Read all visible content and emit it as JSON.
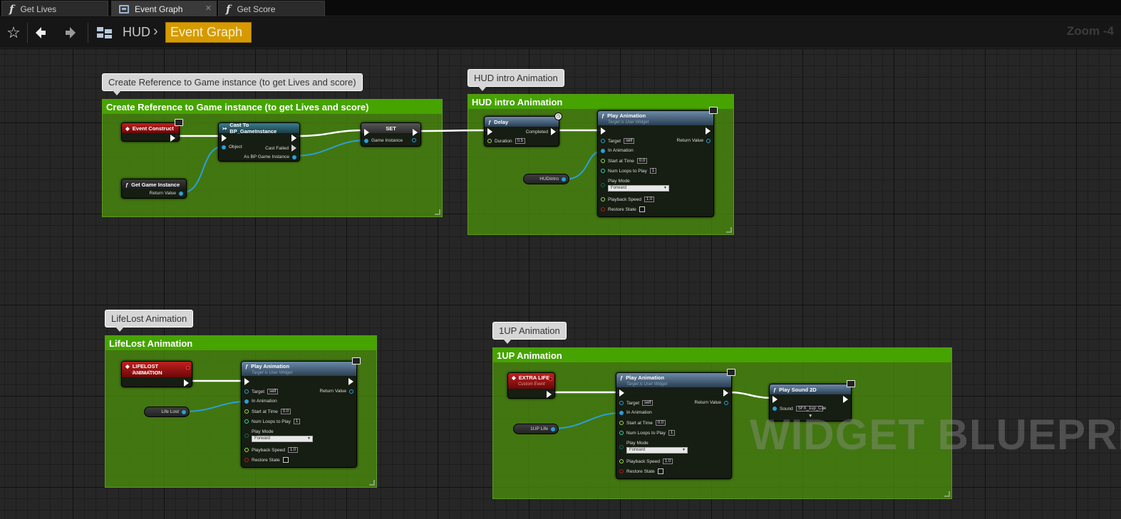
{
  "tabs": [
    {
      "label": "Get Lives",
      "type": "function"
    },
    {
      "label": "Event Graph",
      "type": "graph"
    },
    {
      "label": "Get Score",
      "type": "function"
    }
  ],
  "toolbar": {
    "breadcrumb_root": "HUD",
    "breadcrumb_current": "Event Graph",
    "zoom": "Zoom -4"
  },
  "watermark": "WIDGET BLUEPRINT",
  "comments": {
    "ref": {
      "bubble": "Create Reference to Game instance (to get Lives and score)",
      "title": "Create Reference to Game instance (to get Lives and score)"
    },
    "hud": {
      "bubble": "HUD intro Animation",
      "title": "HUD intro Animation"
    },
    "lifelost": {
      "bubble": "LifeLost Animation",
      "title": "LifeLost Animation"
    },
    "oneup": {
      "bubble": "1UP Animation",
      "title": "1UP Animation"
    }
  },
  "nodes": {
    "event_construct": {
      "title": "Event Construct"
    },
    "get_game_instance": {
      "title": "Get Game Instance",
      "return_value": "Return Value"
    },
    "cast": {
      "title": "Cast To BP_GameInstance",
      "object": "Object",
      "cast_failed": "Cast Failed",
      "as_bp": "As BP Game Instance"
    },
    "set": {
      "title": "SET",
      "game_instance": "Game Instance"
    },
    "delay": {
      "title": "Delay",
      "completed": "Completed",
      "duration_label": "Duration",
      "duration": "0.5"
    },
    "hud_intro_var": {
      "label": "HUDintro"
    },
    "play_anim_1": {
      "title": "Play Animation",
      "subtitle": "Target is User Widget",
      "target": "Target",
      "self": "self",
      "return_value": "Return Value",
      "in_animation": "In Animation",
      "start_at_time": "Start at Time",
      "start_val": "0.0",
      "num_loops": "Num Loops to Play",
      "num_loops_val": "1",
      "play_mode": "Play Mode",
      "play_mode_val": "Forward",
      "playback_speed": "Playback Speed",
      "playback_val": "1.0",
      "restore_state": "Restore State"
    },
    "lifelost_event": {
      "title": "LIFELOST ANIMATION",
      "subtitle": "Custom Event"
    },
    "lifelost_var": {
      "label": "Life Lost"
    },
    "play_anim_2": {
      "title": "Play Animation",
      "subtitle": "Target is User Widget",
      "target": "Target",
      "self": "self",
      "return_value": "Return Value",
      "in_animation": "In Animation",
      "start_at_time": "Start at Time",
      "start_val": "0.0",
      "num_loops": "Num Loops to Play",
      "num_loops_val": "1",
      "play_mode": "Play Mode",
      "play_mode_val": "Forward",
      "playback_speed": "Playback Speed",
      "playback_val": "1.0",
      "restore_state": "Restore State"
    },
    "extra_life_event": {
      "title": "EXTRA LIFE",
      "subtitle": "Custom Event"
    },
    "oneup_var": {
      "label": "1UP Life"
    },
    "play_anim_3": {
      "title": "Play Animation",
      "subtitle": "Target is User Widget",
      "target": "Target",
      "self": "self",
      "return_value": "Return Value",
      "in_animation": "In Animation",
      "start_at_time": "Start at Time",
      "start_val": "0.0",
      "num_loops": "Num Loops to Play",
      "num_loops_val": "1",
      "play_mode": "Play Mode",
      "play_mode_val": "Forward",
      "playback_speed": "Playback Speed",
      "playback_val": "1.0",
      "restore_state": "Restore State"
    },
    "play_sound": {
      "title": "Play Sound 2D",
      "sound": "Sound",
      "sound_val": "SFX_1up_Cue"
    }
  },
  "colors": {
    "accent": "#d69a00",
    "comment": "#46a300",
    "exec_wire": "#ffffff",
    "object_wire": "#2aa0d8"
  }
}
